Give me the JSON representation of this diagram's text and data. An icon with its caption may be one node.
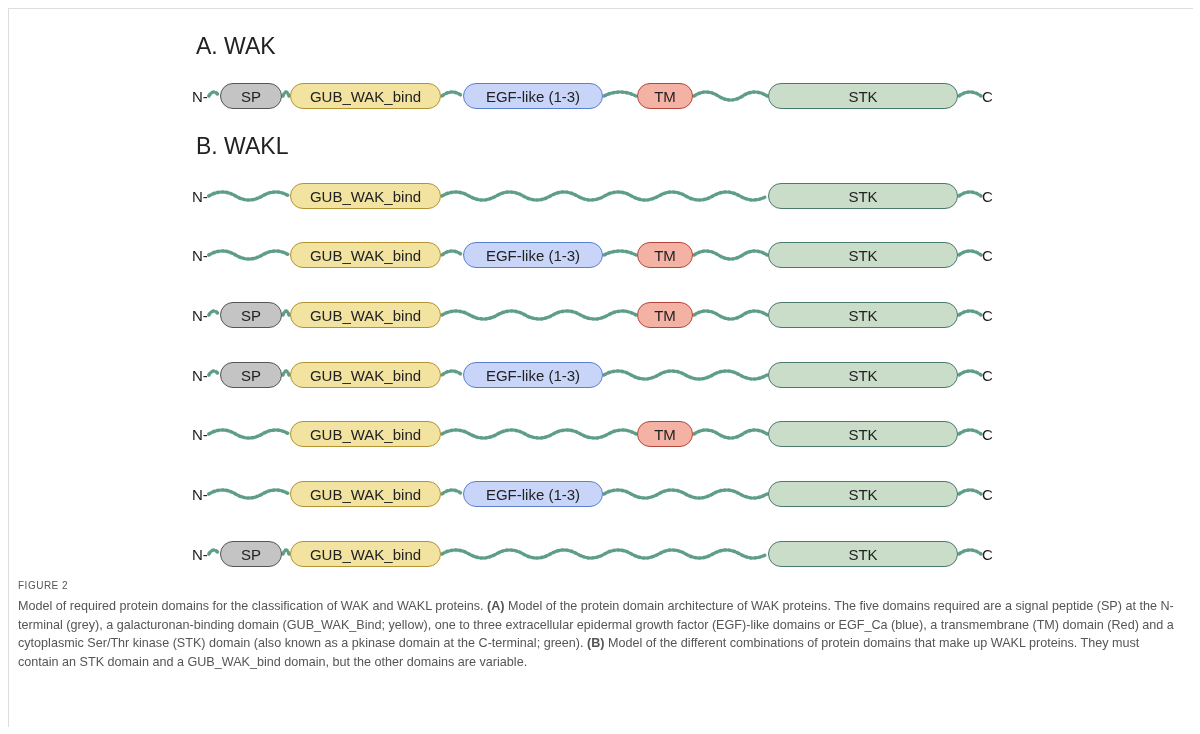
{
  "diagram": {
    "caption": "Model of required protein domains for the classification of WAK and WAKL proteins. **(A)** Model of the protein domain architecture of WAK proteins. The five domains required are a signal peptide (SP) at the N-terminal (grey), a galacturonan-binding domain (GUB_WAK_Bind; yellow), one to three extracellular epidermal growth factor (EGF)-like domains or EGF_Ca (blue), a transmembrane (TM) domain (Red) and a cytoplasmic Ser/Thr kinase (STK) domain (also known as a pkinase domain at the C-terminal; green). **(B)** Model of the different combinations of protein domains that make up WAKL proteins. They must contain an STK domain and a GUB_WAK_bind domain, but the other domains are variable.",
    "nodes": [
      {
        "text": [
          "N-"
        ]
      },
      {
        "text": [
          "SP"
        ]
      },
      {
        "text": [
          "GUB_WAK_bind"
        ]
      },
      {
        "text": [
          "EGF-like (1-3)"
        ]
      },
      {
        "text": [
          "TM"
        ]
      },
      {
        "text": [
          "STK"
        ]
      },
      {
        "text": [
          "C"
        ]
      },
      {
        "text": [
          "N-"
        ]
      },
      {
        "text": [
          "GUB_WAK_bind"
        ]
      },
      {
        "text": [
          "STK"
        ]
      },
      {
        "text": [
          "C"
        ]
      },
      {
        "text": [
          "N-"
        ]
      },
      {
        "text": [
          "GUB_WAK_bind"
        ]
      },
      {
        "text": [
          "EGF-like (1-3)"
        ]
      },
      {
        "text": [
          "TM"
        ]
      },
      {
        "text": [
          "STK"
        ]
      },
      {
        "text": [
          "C"
        ]
      },
      {
        "text": [
          "N-"
        ]
      },
      {
        "text": [
          "SP"
        ]
      },
      {
        "text": [
          "GUB_WAK_bind"
        ]
      },
      {
        "text": [
          "TM"
        ]
      },
      {
        "text": [
          "STK"
        ]
      },
      {
        "text": [
          "C"
        ]
      },
      {
        "text": [
          "N-"
        ]
      },
      {
        "text": [
          "SP"
        ]
      },
      {
        "text": [
          "GUB_WAK_bind"
        ]
      },
      {
        "text": [
          "EGF-like (1-3)"
        ]
      },
      {
        "text": [
          "STK"
        ]
      },
      {
        "text": [
          "C"
        ]
      },
      {
        "text": [
          "N-"
        ]
      },
      {
        "text": [
          "GUB_WAK_bind"
        ]
      },
      {
        "text": [
          "TM"
        ]
      },
      {
        "text": [
          "STK"
        ]
      },
      {
        "text": [
          "C"
        ]
      },
      {
        "text": [
          "N-"
        ]
      },
      {
        "text": [
          "GUB_WAK_bind"
        ]
      },
      {
        "text": [
          "EGF-like (1-3)"
        ]
      },
      {
        "text": [
          "STK"
        ]
      },
      {
        "text": [
          "C"
        ]
      },
      {
        "text": [
          "N-"
        ]
      },
      {
        "text": [
          "SP"
        ]
      },
      {
        "text": [
          "GUB_WAK_bind"
        ]
      },
      {
        "text": [
          "STK"
        ]
      },
      {
        "text": [
          "C"
        ]
      }
    ],
    "edges": [
      {
        "from": 0,
        "to": 1,
        "arrow": "none"
      },
      {
        "from": 1,
        "to": 2,
        "arrow": "none"
      },
      {
        "from": 2,
        "to": 3,
        "arrow": "none"
      },
      {
        "from": 3,
        "to": 4,
        "arrow": "none"
      },
      {
        "from": 4,
        "to": 5,
        "arrow": "none"
      },
      {
        "from": 5,
        "to": 6,
        "arrow": "none"
      },
      {
        "from": 7,
        "to": 8,
        "arrow": "none"
      },
      {
        "from": 8,
        "to": 9,
        "arrow": "none"
      },
      {
        "from": 9,
        "to": 10,
        "arrow": "none"
      },
      {
        "from": 11,
        "to": 12,
        "arrow": "none"
      },
      {
        "from": 12,
        "to": 13,
        "arrow": "none"
      },
      {
        "from": 13,
        "to": 14,
        "arrow": "none"
      },
      {
        "from": 14,
        "to": 15,
        "arrow": "none"
      },
      {
        "from": 15,
        "to": 16,
        "arrow": "none"
      },
      {
        "from": 17,
        "to": 18,
        "arrow": "none"
      },
      {
        "from": 18,
        "to": 19,
        "arrow": "none"
      },
      {
        "from": 19,
        "to": 20,
        "arrow": "none"
      },
      {
        "from": 20,
        "to": 21,
        "arrow": "none"
      },
      {
        "from": 21,
        "to": 22,
        "arrow": "none"
      },
      {
        "from": 23,
        "to": 24,
        "arrow": "none"
      },
      {
        "from": 24,
        "to": 25,
        "arrow": "none"
      },
      {
        "from": 25,
        "to": 26,
        "arrow": "none"
      },
      {
        "from": 26,
        "to": 27,
        "arrow": "none"
      },
      {
        "from": 27,
        "to": 28,
        "arrow": "none"
      },
      {
        "from": 29,
        "to": 30,
        "arrow": "none"
      },
      {
        "from": 30,
        "to": 31,
        "arrow": "none"
      },
      {
        "from": 31,
        "to": 32,
        "arrow": "none"
      },
      {
        "from": 32,
        "to": 33,
        "arrow": "none"
      },
      {
        "from": 34,
        "to": 35,
        "arrow": "none"
      },
      {
        "from": 35,
        "to": 36,
        "arrow": "none"
      },
      {
        "from": 36,
        "to": 37,
        "arrow": "none"
      },
      {
        "from": 37,
        "to": 38,
        "arrow": "none"
      },
      {
        "from": 39,
        "to": 40,
        "arrow": "none"
      },
      {
        "from": 40,
        "to": 41,
        "arrow": "none"
      },
      {
        "from": 41,
        "to": 42,
        "arrow": "none"
      },
      {
        "from": 42,
        "to": 43,
        "arrow": "none"
      }
    ],
    "labels": [
      "A. WAK",
      "B. WAKL",
      "FIGURE 2"
    ]
  }
}
